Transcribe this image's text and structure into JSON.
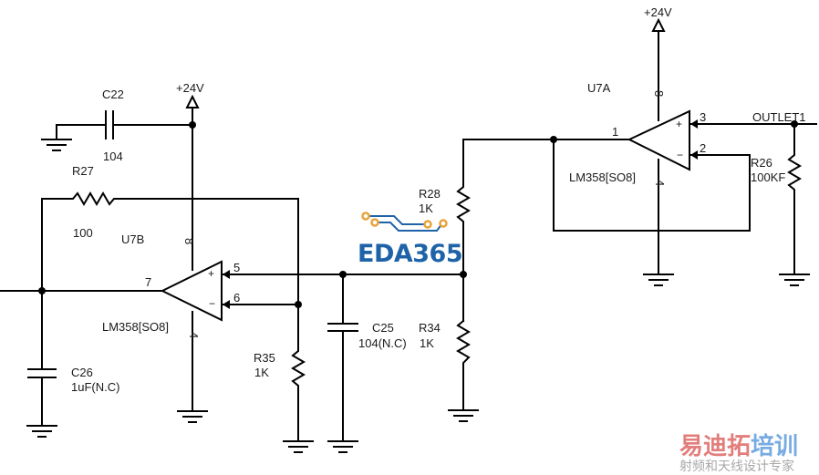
{
  "schematic": {
    "power_labels": {
      "u7b_supply": "+24V",
      "u7a_supply": "+24V"
    },
    "opamps": [
      {
        "ref": "U7B",
        "part": "LM358[SO8]",
        "pins": {
          "out": "7",
          "plus": "5",
          "minus": "6",
          "vcc": "8",
          "gnd": "4"
        },
        "plus_sign": "+",
        "minus_sign": "−"
      },
      {
        "ref": "U7A",
        "part": "LM358[SO8]",
        "pins": {
          "out": "1",
          "plus": "3",
          "minus": "2",
          "vcc": "8",
          "gnd": "4"
        },
        "plus_sign": "+",
        "minus_sign": "−"
      }
    ],
    "components": {
      "C22": {
        "ref": "C22",
        "value": "104"
      },
      "R27": {
        "ref": "R27",
        "value": "100"
      },
      "C26": {
        "ref": "C26",
        "value": "1uF(N.C)"
      },
      "R35": {
        "ref": "R35",
        "value": "1K"
      },
      "C25": {
        "ref": "C25",
        "value": "104(N.C)"
      },
      "R28": {
        "ref": "R28",
        "value": "1K"
      },
      "R34": {
        "ref": "R34",
        "value": "1K"
      },
      "R26": {
        "ref": "R26",
        "value": "100KF"
      }
    },
    "net_labels": {
      "outlet": "OUTLET1"
    }
  },
  "branding": {
    "logo_text": "EDA365",
    "logo_color": "#1e62a8",
    "logo_pad_color": "#e8a33a",
    "watermark_title_red": "易迪拓",
    "watermark_title_blue": "培训",
    "watermark_red_color": "#d9534f",
    "watermark_blue_color": "#4a90d9",
    "watermark_subtitle": "射频和天线设计专家"
  }
}
